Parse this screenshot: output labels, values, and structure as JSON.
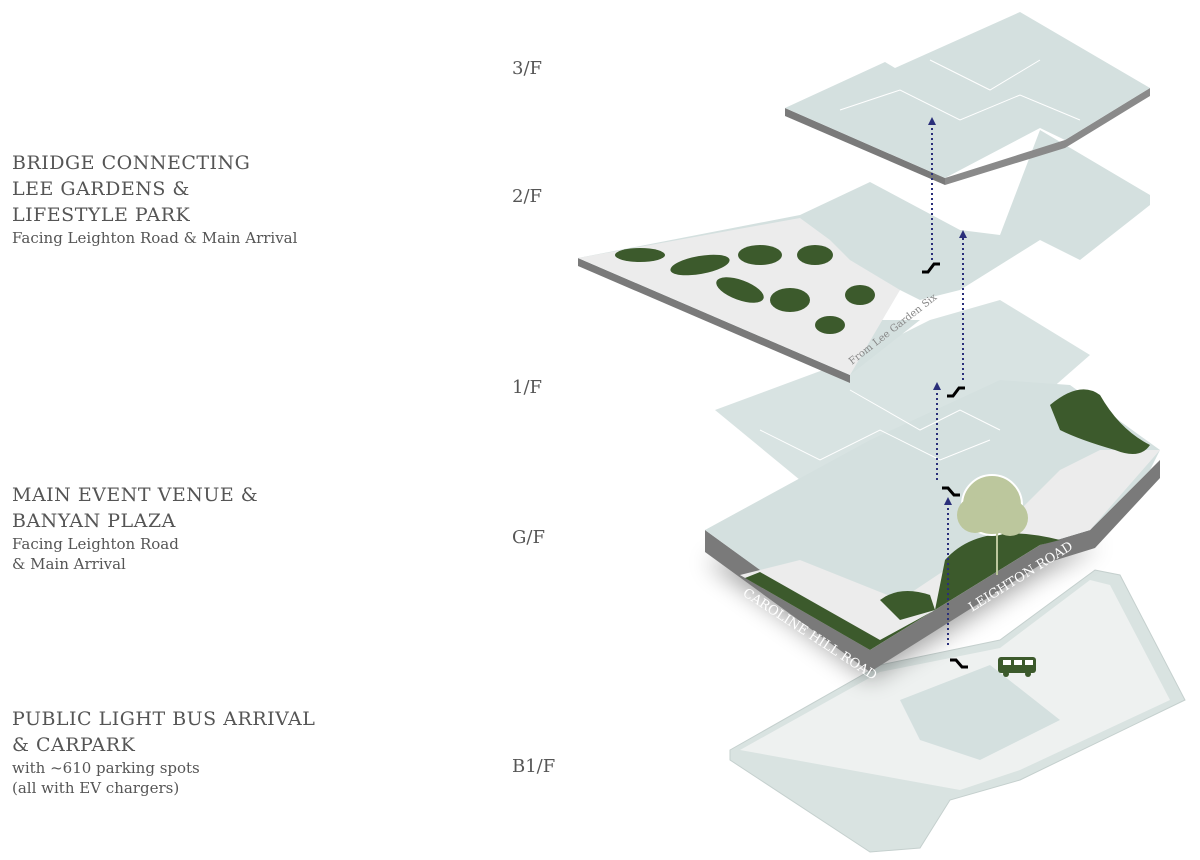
{
  "floors": {
    "f3": "3/F",
    "f2": "2/F",
    "f1": "1/F",
    "gf": "G/F",
    "b1": "B1/F"
  },
  "descriptions": {
    "bridge": {
      "lines": [
        "BRIDGE CONNECTING",
        "LEE GARDENS &",
        "LIFESTYLE PARK"
      ],
      "sub": [
        "Facing Leighton Road & Main Arrival"
      ]
    },
    "venue": {
      "lines": [
        "MAIN EVENT VENUE &",
        "BANYAN PLAZA"
      ],
      "sub": [
        "Facing Leighton Road",
        "& Main Arrival"
      ]
    },
    "carpark": {
      "lines": [
        "PUBLIC LIGHT BUS ARRIVAL",
        "& CARPARK"
      ],
      "sub": [
        "with ~610 parking spots",
        "(all with EV chargers)"
      ]
    }
  },
  "map_labels": {
    "road1": "CAROLINE HILL ROAD",
    "road2": "LEIGHTON ROAD",
    "bridge_note": "From Lee Garden Six"
  },
  "icons": [
    "escalator-icon",
    "bus-icon",
    "tree-icon",
    "arrow-up-icon"
  ],
  "colors": {
    "floor": "#d4e0df",
    "green": "#3c5a2c",
    "side": "#7a7a7a",
    "arrow": "#2a2f7a",
    "plaza": "#ececec"
  }
}
